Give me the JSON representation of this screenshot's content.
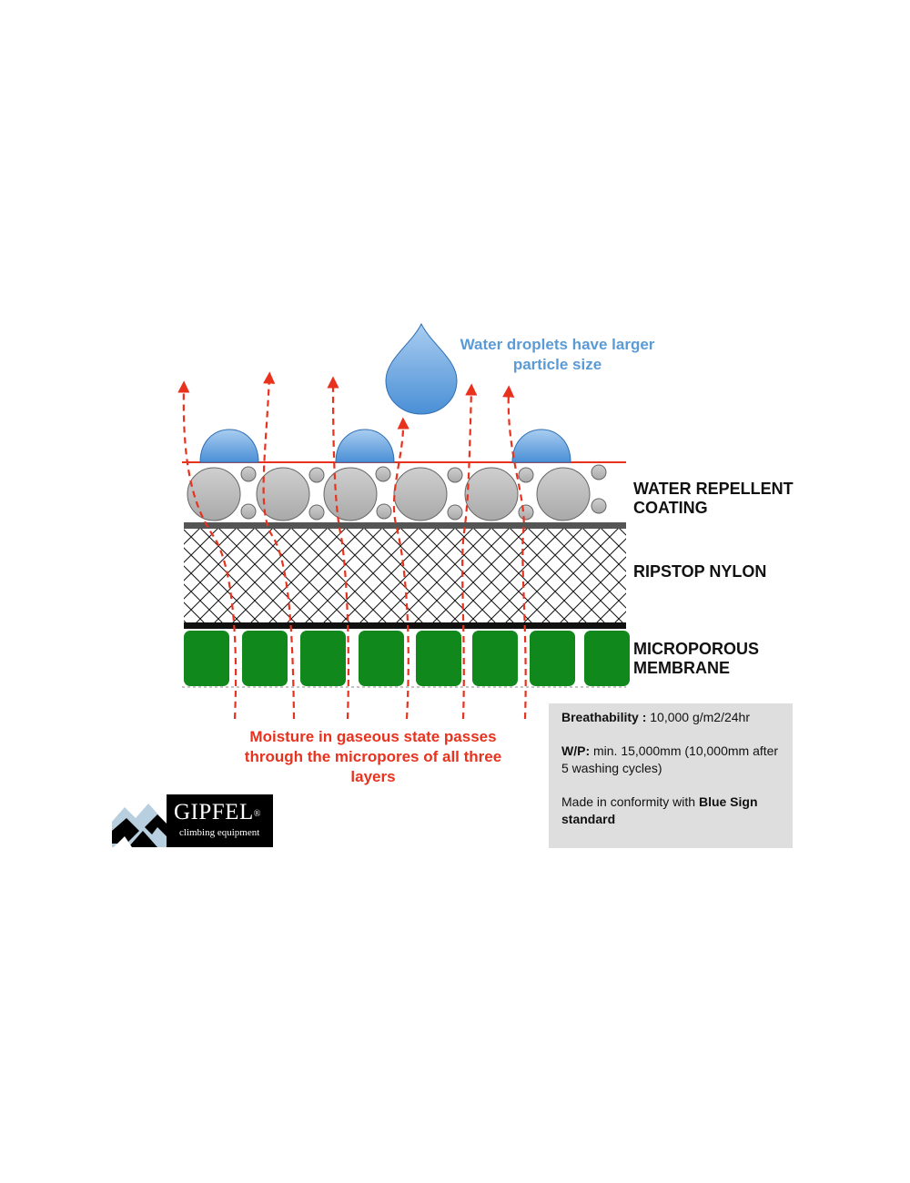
{
  "labels": {
    "droplet_note": [
      "Water droplets have larger",
      "particle size"
    ],
    "moisture_note": [
      "Moisture in gaseous state passes",
      "through the micropores of all three",
      "layers"
    ],
    "layers": [
      {
        "lines": [
          "WATER REPELLENT",
          "COATING"
        ]
      },
      {
        "lines": [
          "RIPSTOP NYLON"
        ]
      },
      {
        "lines": [
          "MICROPOROUS",
          "MEMBRANE"
        ]
      }
    ]
  },
  "specs": {
    "breathability_label": "Breathability :",
    "breathability_value": " 10,000 g/m2/24hr",
    "wp_label": "W/P:",
    "wp_value": " min. 15,000mm (10,000mm after 5 washing cycles)",
    "conformity_prefix": "Made in conformity with ",
    "conformity_bold": "Blue Sign standard"
  },
  "logo": {
    "name": "GIPFEL",
    "mark": "®",
    "tagline": "climbing equipment"
  },
  "colors": {
    "droplet": "#5b9bd5",
    "droplet_stroke": "#2f6fb3",
    "moisture_arrow": "#e8321e",
    "coating_particle": "#bdbdbd",
    "membrane": "#10881c",
    "spec_box": "#dedede"
  }
}
